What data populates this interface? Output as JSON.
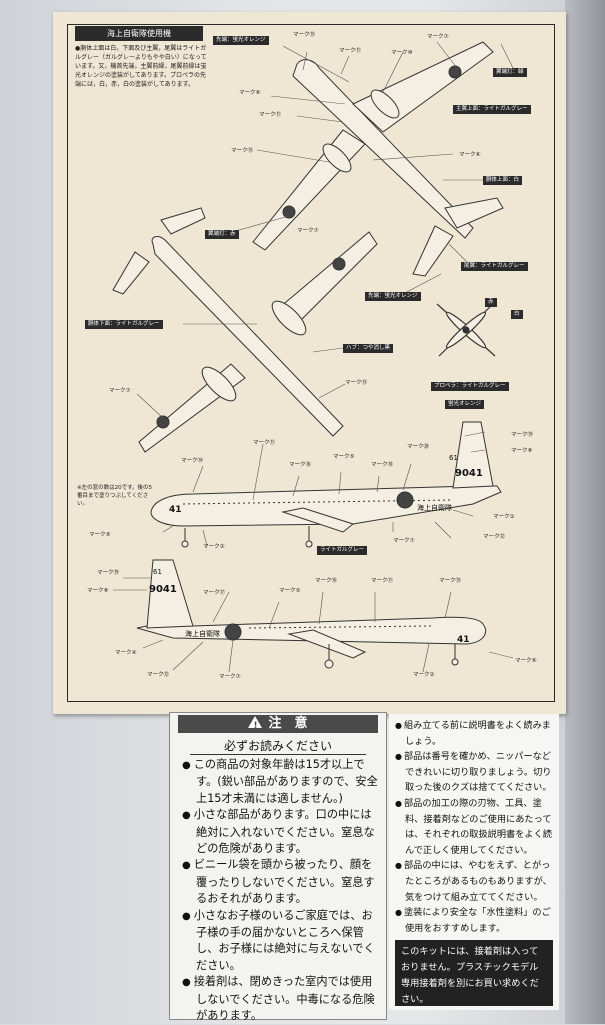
{
  "sheet": {
    "header": "海上自衛隊使用機",
    "note": "●胴体上面は白，下面及び主翼，尾翼はライトガルグレー（ガルグレーよりもやや白い）になっています。又，機首先端，主翼前縁，尾翼前縁は蛍光オレンジの塗装がしてあります。プロペラの先端には，白，赤，白の塗装がしてあります。",
    "window_note": "※左の窓の数は20です。後の5番目まで塗りつぶしてください。",
    "tags": {
      "nose_orange": "先端：蛍光オレンジ",
      "wingtip_green": "翼端灯：緑",
      "wing_top": "主翼上面：ライトガルグレー",
      "fuselage_top": "胴体上面：白",
      "wingtip_red": "翼端灯：赤",
      "tail": "尾翼：ライトガルグレー",
      "edge_orange": "先端：蛍光オレンジ",
      "fuselage_bottom": "胴体下面：ライトガルグレー",
      "hub": "ハブ：つや消し黒",
      "propeller": "プロペラ：ライトガルグレー",
      "fluorescent": "蛍光オレンジ",
      "light_gull": "ライトガルグレー"
    },
    "marks": {
      "m15": "マーク⑮",
      "m11": "マーク⑪",
      "m10": "マーク⑩",
      "m7": "マーク⑦",
      "m6": "マーク⑥",
      "m13": "マーク⑬",
      "m14": "マーク⑭",
      "m16": "マーク⑯",
      "m5": "マーク⑤",
      "m18": "マーク⑱",
      "m20": "マーク⑳",
      "m19": "マーク⑲",
      "m8": "マーク⑧",
      "m1": "マーク①",
      "m12": "マーク⑫",
      "m9": "マーク⑨",
      "m3": "マーク③",
      "m17": "マーク⑰",
      "m4": "マーク④",
      "m2": "マーク②"
    },
    "prop_colors": {
      "white": "白",
      "red": "赤"
    },
    "aircraft": {
      "tail_code": "61",
      "serial": "9041",
      "nose_number": "41",
      "fuselage_text": "海上自衛隊"
    }
  },
  "caution": {
    "title": "注　意",
    "subtitle": "必ずお読みください",
    "items": [
      "この商品の対象年齢は15才以上です。(鋭い部品がありますので、安全上15才未満には適しません。)",
      "小さな部品があります。口の中には絶対に入れないでください。窒息などの危険があります。",
      "ビニール袋を頭から被ったり、顔を覆ったりしないでください。窒息するおそれがあります。",
      "小さなお子様のいるご家庭では、お子様の手の届かないところへ保管し、お子様には絶対に与えないでください。",
      "接着剤は、閉めきった室内では使用しないでください。中毒になる危険があります。"
    ]
  },
  "info": {
    "items": [
      "組み立てる前に説明書をよく読みましょう。",
      "部品は番号を確かめ、ニッパーなどできれいに切り取りましょう。切り取った後のクズは捨ててください。",
      "部品の加工の際の刃物、工具、塗料、接着剤などのご使用にあたっては、それぞれの取扱説明書をよく読んで正しく使用してください。",
      "部品の中には、やむをえず、とがったところがあるものもありますが、気をつけて組み立ててください。",
      "塗装により安全な「水性塗料」のご使用をおすすめします。"
    ],
    "black_note": "このキットには、接着剤は入っておりません。プラスチックモデル専用接着剤を別にお買い求めください。"
  }
}
